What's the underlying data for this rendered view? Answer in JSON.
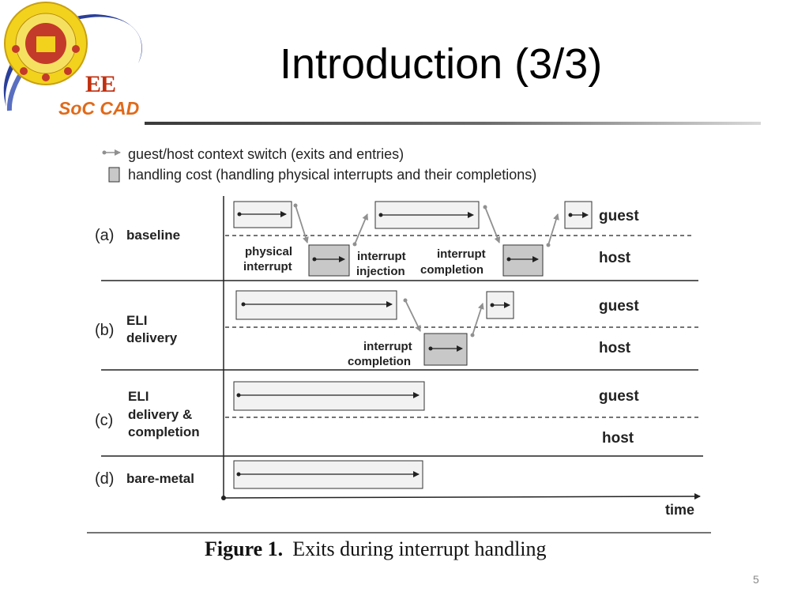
{
  "slide": {
    "title": "Introduction (3/3)",
    "page_number": "5"
  },
  "logo": {
    "ee_text": "EE",
    "soc_text": "SoC CAD"
  },
  "legend": {
    "context_switch": "guest/host context switch (exits and entries)",
    "handling_cost": "handling cost (handling physical interrupts and their completions)"
  },
  "rows": [
    {
      "tag": "(a)",
      "name_lines": [
        "baseline"
      ],
      "guest": "guest",
      "host": "host"
    },
    {
      "tag": "(b)",
      "name_lines": [
        "ELI",
        "delivery"
      ],
      "guest": "guest",
      "host": "host"
    },
    {
      "tag": "(c)",
      "name_lines": [
        "ELI",
        "delivery &",
        "completion"
      ],
      "guest": "guest",
      "host": "host"
    },
    {
      "tag": "(d)",
      "name_lines": [
        "bare-metal"
      ]
    }
  ],
  "annotations": {
    "physical_interrupt": [
      "physical",
      "interrupt"
    ],
    "interrupt_injection": [
      "interrupt",
      "injection"
    ],
    "interrupt_completion": [
      "interrupt",
      "completion"
    ]
  },
  "axis": {
    "time": "time"
  },
  "caption": {
    "label": "Figure 1.",
    "text": "Exits during interrupt handling"
  },
  "colors": {
    "guest_box": "#f2f2f2",
    "host_box": "#c8c8c8",
    "arrow_gray": "#909090",
    "line": "#222222"
  }
}
